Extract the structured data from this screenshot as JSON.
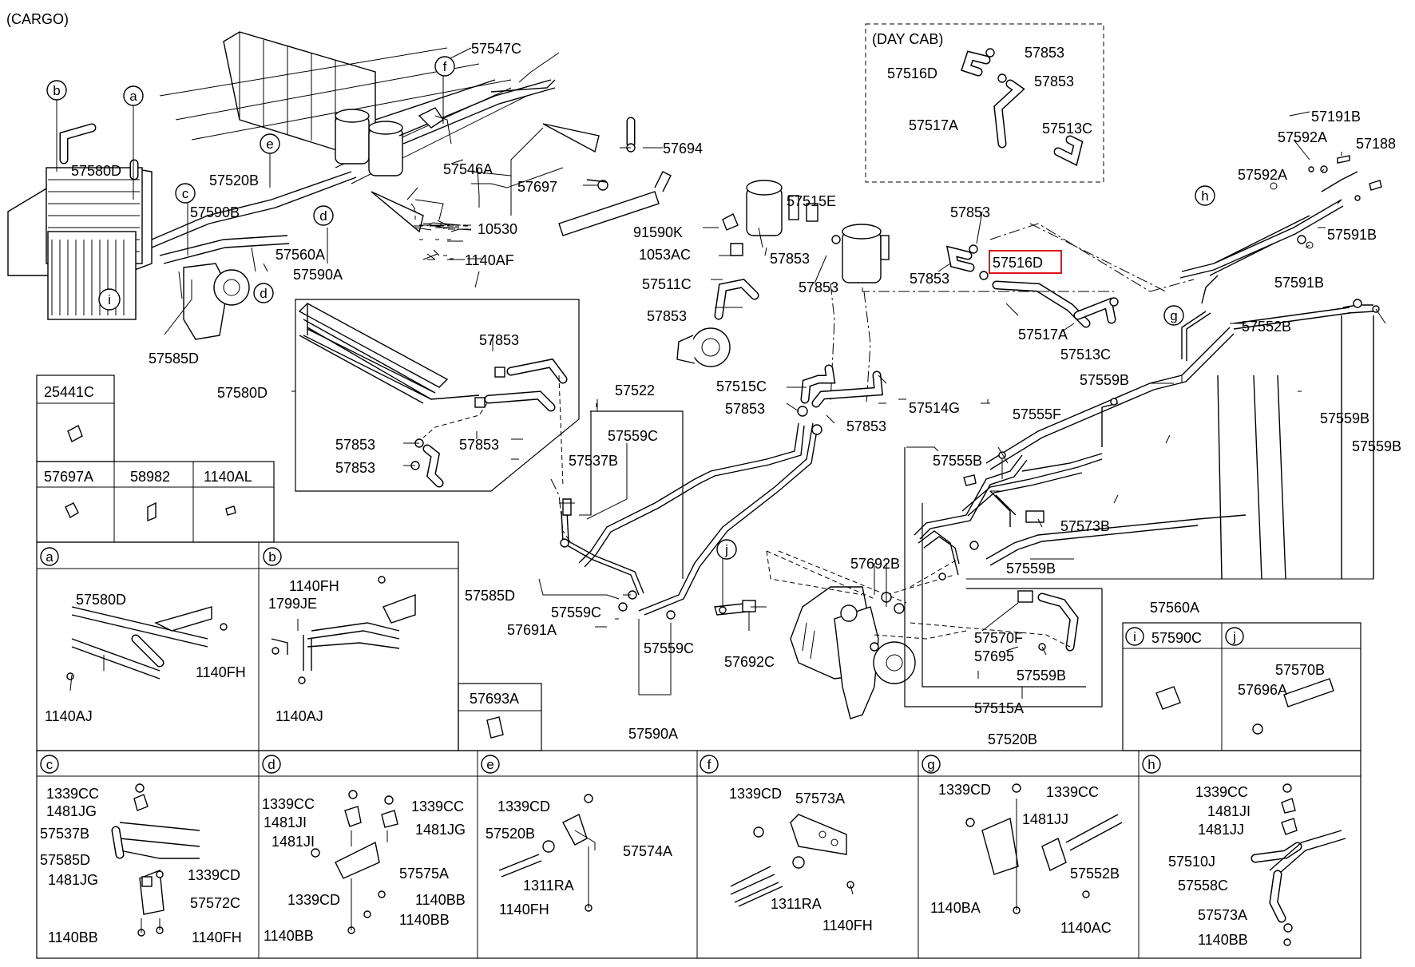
{
  "header": {
    "variant": "(CARGO)"
  },
  "day_cab": {
    "title": "(DAY CAB)"
  },
  "highlighted_part": "57516D",
  "colors": {
    "highlight": "#e0151b",
    "line": "#000000",
    "background": "#ffffff"
  },
  "circle_letters": {
    "a": "a",
    "b": "b",
    "c": "c",
    "d": "d",
    "e": "e",
    "f": "f",
    "g": "g",
    "h": "h",
    "i": "i",
    "j": "j"
  },
  "labels": {
    "l_57547C": "57547C",
    "l_57580D_a": "57580D",
    "l_57520B_a": "57520B",
    "l_57590B": "57590B",
    "l_57546A": "57546A",
    "l_57694": "57694",
    "l_57697": "57697",
    "l_10530": "10530",
    "l_1140AF": "1140AF",
    "l_57560A_a": "57560A",
    "l_57590A_a": "57590A",
    "l_57585D_a": "57585D",
    "l_91590K": "91590K",
    "l_1053AC": "1053AC",
    "l_57511C": "57511C",
    "l_57853_a": "57853",
    "l_57515E": "57515E",
    "l_57853_b": "57853",
    "l_57853_c": "57853",
    "l_57853_d": "57853",
    "l_57853_e": "57853",
    "l_57516D_b": "57516D",
    "l_57517A_b": "57517A",
    "l_57513C_b": "57513C",
    "l_57853_f": "57853",
    "l_57516D_a": "57516D",
    "l_57853_g": "57853",
    "l_57517A_a": "57517A",
    "l_57513C_a": "57513C",
    "l_57191B": "57191B",
    "l_57592A_a": "57592A",
    "l_57188": "57188",
    "l_57592A_b": "57592A",
    "l_57591B_a": "57591B",
    "l_57591B_b": "57591B",
    "l_57552B_a": "57552B",
    "l_57580D_b": "57580D",
    "l_57853_h": "57853",
    "l_57853_i": "57853",
    "l_57853_j": "57853",
    "l_57853_k": "57853",
    "l_57522": "57522",
    "l_57559C_a": "57559C",
    "l_57537B_a": "57537B",
    "l_57515C": "57515C",
    "l_57853_l": "57853",
    "l_57853_m": "57853",
    "l_57514G": "57514G",
    "l_57559B_a": "57559B",
    "l_57555F": "57555F",
    "l_57555B": "57555B",
    "l_57559B_b": "57559B",
    "l_57559B_c": "57559B",
    "l_57573B": "57573B",
    "l_57559B_d": "57559B",
    "l_57692B": "57692B",
    "l_57585D_b": "57585D",
    "l_57559C_b": "57559C",
    "l_57691A": "57691A",
    "l_57559C_c": "57559C",
    "l_57692C": "57692C",
    "l_57570F": "57570F",
    "l_57695": "57695",
    "l_57559B_e": "57559B",
    "l_57515A": "57515A",
    "l_57520B_b": "57520B",
    "l_57590A_b": "57590A",
    "l_57560A_b": "57560A",
    "l_57590C": "57590C",
    "l_57570B": "57570B",
    "l_57696A": "57696A",
    "l_25441C": "25441C",
    "l_57697A": "57697A",
    "l_58982": "58982",
    "l_1140AL": "1140AL",
    "l_57693A": "57693A",
    "a_57580D": "57580D",
    "a_1140FH": "1140FH",
    "a_1140AJ": "1140AJ",
    "b_1140FH": "1140FH",
    "b_1799JE": "1799JE",
    "b_1140AJ": "1140AJ",
    "c_1339CC": "1339CC",
    "c_1481JG_a": "1481JG",
    "c_57537B": "57537B",
    "c_57585D": "57585D",
    "c_1481JG_b": "1481JG",
    "c_1339CD": "1339CD",
    "c_57572C": "57572C",
    "c_1140BB": "1140BB",
    "c_1140FH": "1140FH",
    "d_1339CC_a": "1339CC",
    "d_1339CC_b": "1339CC",
    "d_1481JI": "1481JI",
    "d_1481JG": "1481JG",
    "d_1481JI_b": "1481JI",
    "d_57575A": "57575A",
    "d_1339CD": "1339CD",
    "d_1140BB_a": "1140BB",
    "d_1140BB_b": "1140BB",
    "d_1140BB_c": "1140BB",
    "e_1339CD": "1339CD",
    "e_57520B": "57520B",
    "e_57574A": "57574A",
    "e_1311RA": "1311RA",
    "e_1140FH": "1140FH",
    "f_1339CD": "1339CD",
    "f_57573A": "57573A",
    "f_1311RA": "1311RA",
    "f_1140FH": "1140FH",
    "g_1339CD": "1339CD",
    "g_1339CC": "1339CC",
    "g_1481JJ": "1481JJ",
    "g_57552B": "57552B",
    "g_1140BA": "1140BA",
    "g_1140AC": "1140AC",
    "h_1339CC": "1339CC",
    "h_1481JI": "1481JI",
    "h_1481JJ": "1481JJ",
    "h_57510J": "57510J",
    "h_57558C": "57558C",
    "h_57573A": "57573A",
    "h_1140BB": "1140BB"
  }
}
